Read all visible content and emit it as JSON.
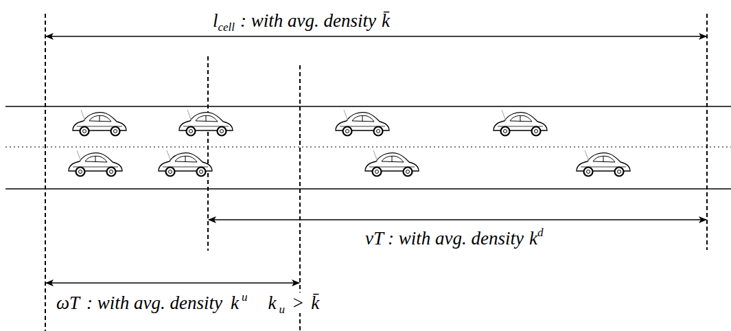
{
  "diagram": {
    "labels": [
      "l",
      "cell",
      ": with avg. density",
      "k̄",
      "vT",
      ": with avg. density",
      "k",
      "d",
      "ωT",
      ": with avg. density",
      "k",
      "u",
      "k",
      "u",
      ">",
      "k̄"
    ]
  }
}
